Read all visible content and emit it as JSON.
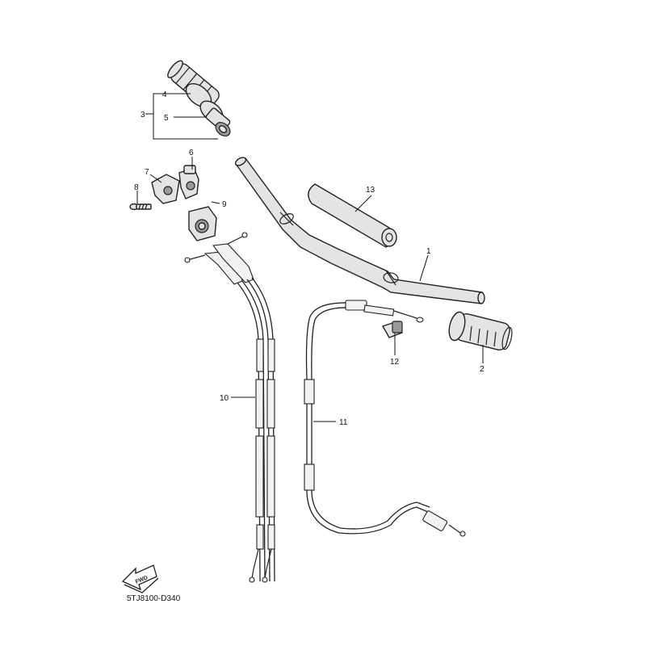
{
  "diagram": {
    "code": "5TJ8100-D340",
    "fwd_label": "FWD",
    "callouts": {
      "c1": "1",
      "c2": "2",
      "c3": "3",
      "c4": "4",
      "c5": "5",
      "c6": "6",
      "c7": "7",
      "c8": "8",
      "c9": "9",
      "c10": "10",
      "c11": "11",
      "c12": "12",
      "c13": "13"
    }
  }
}
